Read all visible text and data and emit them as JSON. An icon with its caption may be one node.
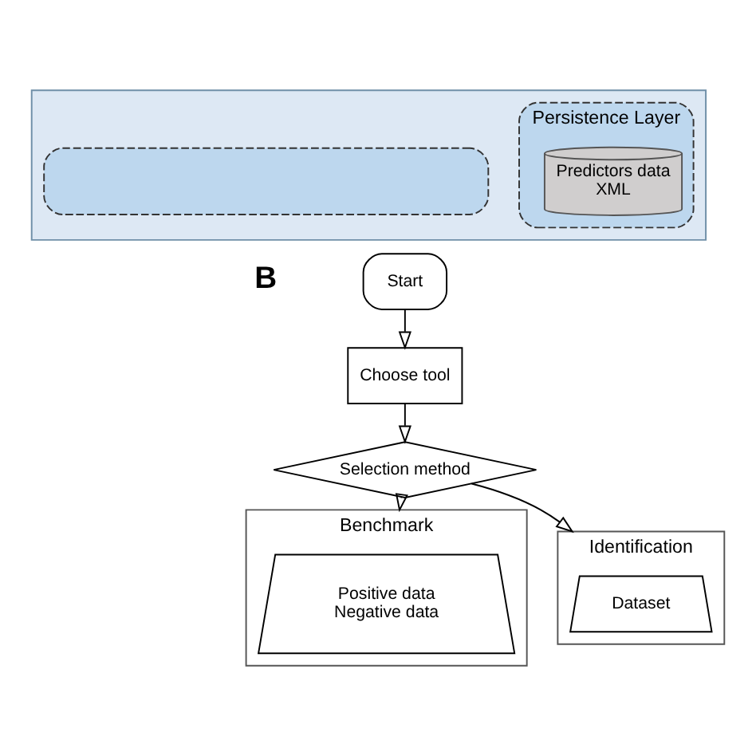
{
  "diagram": {
    "nodes": [
      {
        "text": [],
        "shape": "box"
      },
      {
        "text": [],
        "shape": "box",
        "in": 0
      },
      {
        "text": [
          "Persistence Layer"
        ],
        "in": 0
      },
      {
        "text": [
          "Predictors data",
          "XML"
        ],
        "in": 2
      },
      {
        "text": [
          "Start"
        ]
      },
      {
        "text": [
          "Choose tool"
        ]
      },
      {
        "text": [
          "Selection method"
        ]
      },
      {
        "text": [
          "Benchmark"
        ]
      },
      {
        "text": [
          "Positive data",
          "Negative data"
        ],
        "in": 7
      },
      {
        "text": [
          "Identification"
        ]
      },
      {
        "text": [
          "Dataset"
        ],
        "in": 9
      }
    ],
    "edges": [
      {
        "from": 4,
        "to": 5,
        "arrow": "to"
      },
      {
        "from": 5,
        "to": 6,
        "arrow": "to"
      },
      {
        "from": 6,
        "to": 7,
        "arrow": "to"
      },
      {
        "from": 6,
        "to": 9,
        "arrow": "to"
      }
    ],
    "labels": [
      "B"
    ]
  }
}
